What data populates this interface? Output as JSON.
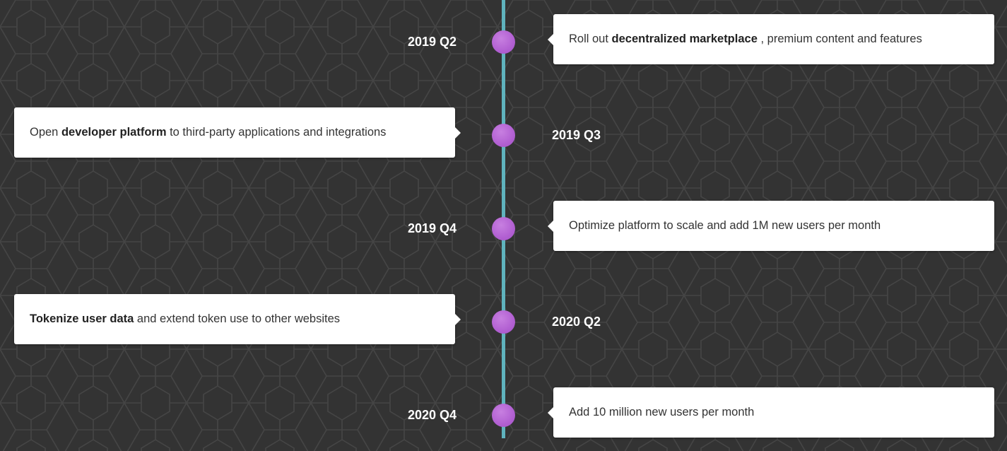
{
  "colors": {
    "background": "#333333",
    "timeline_line": "#5fb3bd",
    "milestone_dot": "#b260d2",
    "card_background": "#ffffff",
    "card_text": "#333333"
  },
  "roadmap": [
    {
      "quarter": "2019 Q2",
      "card_side": "right",
      "pre": "Roll out ",
      "bold": "decentralized marketplace",
      "post": " , premium content and features"
    },
    {
      "quarter": "2019 Q3",
      "card_side": "left",
      "pre": "Open ",
      "bold": "developer platform",
      "post": " to third-party applications and integrations"
    },
    {
      "quarter": "2019 Q4",
      "card_side": "right",
      "pre": "",
      "bold": "",
      "post": "Optimize platform to scale and add 1M new users per month"
    },
    {
      "quarter": "2020 Q2",
      "card_side": "left",
      "pre": "",
      "bold": "Tokenize user data",
      "post": " and extend token use to other websites"
    },
    {
      "quarter": "2020 Q4",
      "card_side": "right",
      "pre": "",
      "bold": "",
      "post": "Add 10 million new users per month"
    }
  ]
}
